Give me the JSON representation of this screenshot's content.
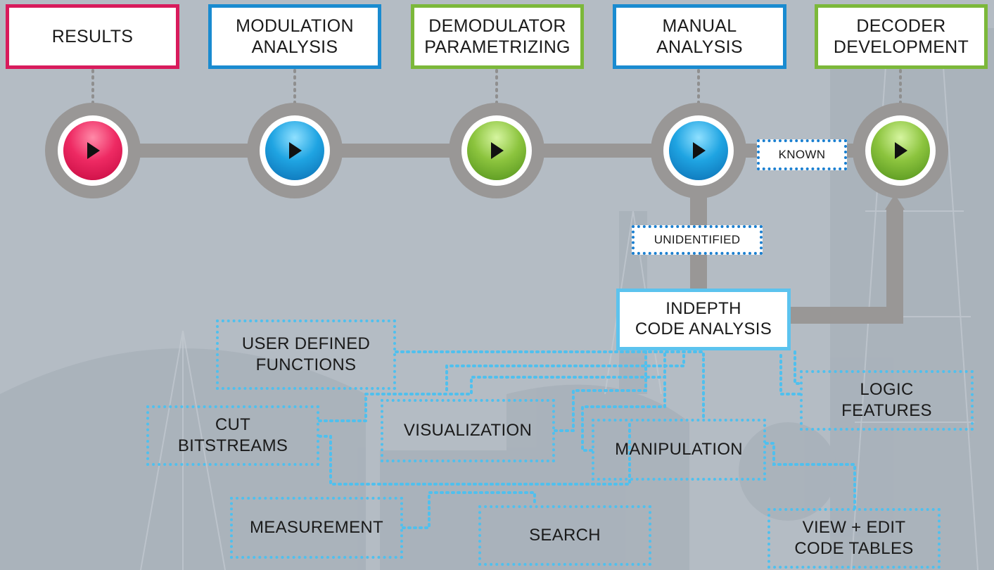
{
  "colors": {
    "background": "#b4bcc4",
    "track": "#999796",
    "results": "#d81b5c",
    "blue_stage": "#1a8bd0",
    "green_stage": "#7cb83a",
    "indepth": "#5cc3ee",
    "dotted_connectors": "#4fc0ee"
  },
  "stages": [
    {
      "label": "RESULTS",
      "color": "red",
      "icon": "play-icon"
    },
    {
      "label": "MODULATION\nANALYSIS",
      "color": "blue",
      "icon": "play-icon"
    },
    {
      "label": "DEMODULATOR\nPARAMETRIZING",
      "color": "green",
      "icon": "play-icon"
    },
    {
      "label": "MANUAL\nANALYSIS",
      "color": "blue",
      "icon": "play-icon"
    },
    {
      "label": "DECODER\nDEVELOPMENT",
      "color": "green",
      "icon": "play-icon"
    }
  ],
  "tags": {
    "known": "KNOWN",
    "unidentified": "UNIDENTIFIED"
  },
  "indepth": "INDEPTH\nCODE ANALYSIS",
  "features": [
    "USER DEFINED\nFUNCTIONS",
    "CUT\nBITSTREAMS",
    "VISUALIZATION",
    "MANIPULATION",
    "LOGIC\nFEATURES",
    "MEASUREMENT",
    "SEARCH",
    "VIEW + EDIT\nCODE TABLES"
  ]
}
